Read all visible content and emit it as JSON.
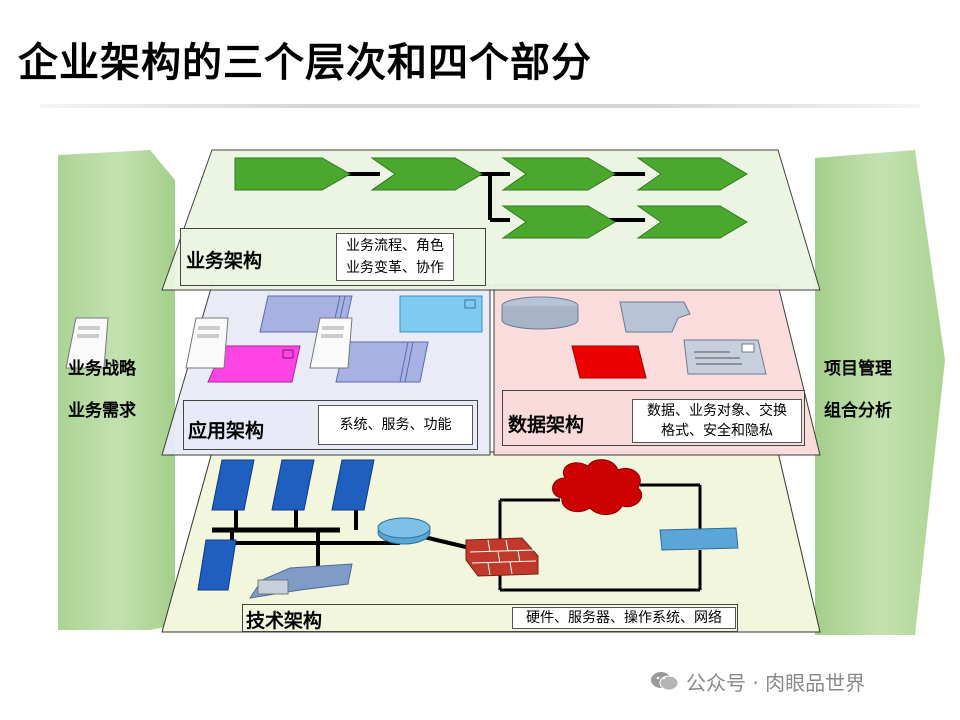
{
  "title": "企业架构的三个层次和四个部分",
  "left_pillar": {
    "line1": "业务战略",
    "line2": "业务需求"
  },
  "right_pillar": {
    "line1": "项目管理",
    "line2": "组合分析"
  },
  "business": {
    "label": "业务架构",
    "desc_line1": "业务流程、角色",
    "desc_line2": "业务变革、协作"
  },
  "application": {
    "label": "应用架构",
    "desc": "系统、服务、功能"
  },
  "data_arch": {
    "label": "数据架构",
    "desc_line1": "数据、业务对象、交换",
    "desc_line2": "格式、安全和隐私"
  },
  "technology": {
    "label": "技术架构",
    "desc": "硬件、服务器、操作系统、网络"
  },
  "watermark": "公众号 · 肉眼品世界",
  "colors": {
    "pillar": "#a9d18e",
    "business_layer": "#ebf5e1",
    "application_layer": "#e8ebf7",
    "data_layer": "#fadbdc",
    "technology_layer": "#f2f6dc",
    "process_arrow": "#4aa82e",
    "database": "#1f5fbf",
    "firewall": "#c0392b",
    "cloud": "#cc0000"
  }
}
